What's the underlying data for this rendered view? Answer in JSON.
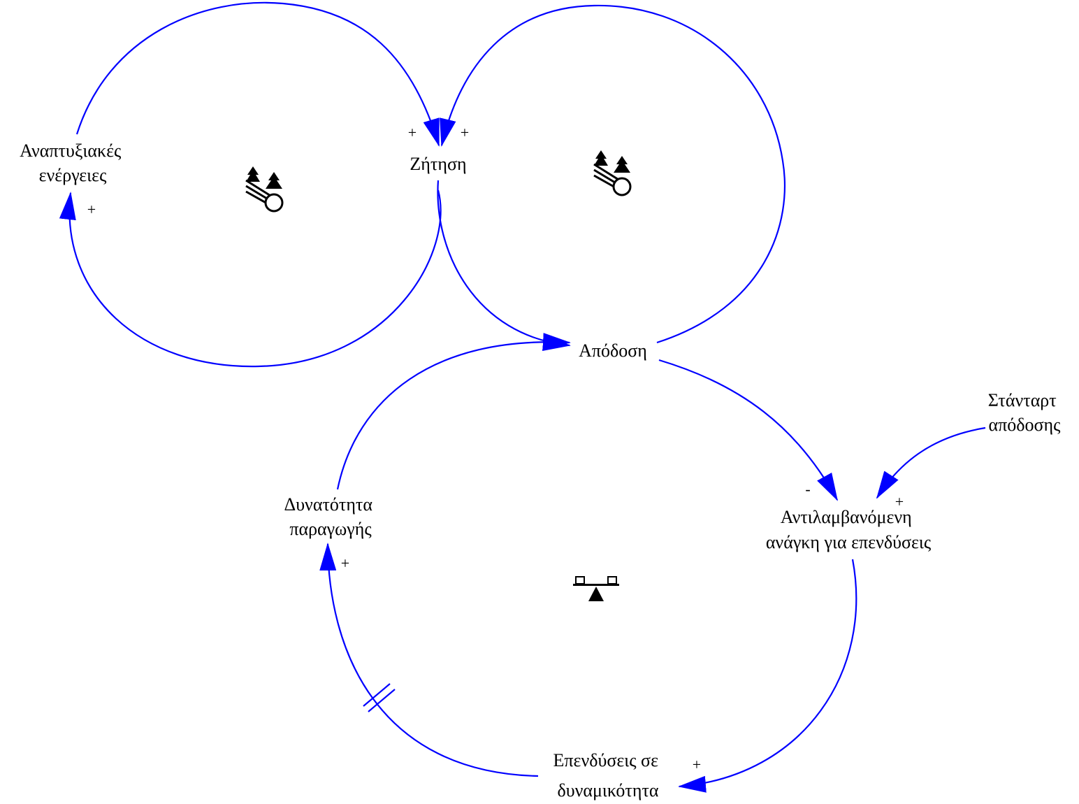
{
  "colors": {
    "link": "#0000ff",
    "text": "#000000",
    "background": "#ffffff"
  },
  "nodes": {
    "development_activities": [
      "Αναπτυξιακές",
      "ενέργειες"
    ],
    "demand": [
      "Ζήτηση"
    ],
    "performance": [
      "Απόδοση"
    ],
    "performance_standard": [
      "Στάνταρτ",
      "απόδοσης"
    ],
    "perceived_need": [
      "Αντιλαμβανόμενη",
      "ανάγκη για επενδύσεις"
    ],
    "production_capability": [
      "Δυνατότητα",
      "παραγωγής"
    ],
    "capacity_investment": [
      "Επενδύσεις σε",
      "δυναμικότητα"
    ]
  },
  "links": [
    {
      "from": "development_activities",
      "to": "demand",
      "polarity": "+"
    },
    {
      "from": "demand",
      "to": "development_activities",
      "polarity": "+"
    },
    {
      "from": "performance",
      "to": "demand",
      "polarity": "+"
    },
    {
      "from": "demand",
      "to": "performance",
      "polarity": ""
    },
    {
      "from": "production_capability",
      "to": "performance",
      "polarity": ""
    },
    {
      "from": "performance",
      "to": "perceived_need",
      "polarity": "-"
    },
    {
      "from": "performance_standard",
      "to": "perceived_need",
      "polarity": "+"
    },
    {
      "from": "perceived_need",
      "to": "capacity_investment",
      "polarity": "+"
    },
    {
      "from": "capacity_investment",
      "to": "production_capability",
      "polarity": "+",
      "delay": true
    }
  ],
  "loops": [
    {
      "type": "reinforcing",
      "icon": "snowball-icon"
    },
    {
      "type": "reinforcing",
      "icon": "snowball-icon"
    },
    {
      "type": "balancing",
      "icon": "seesaw-icon"
    }
  ]
}
